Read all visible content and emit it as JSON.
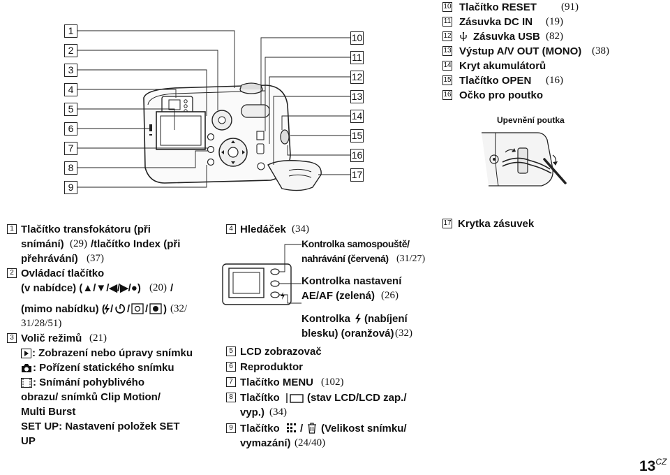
{
  "top_right_list": [
    {
      "num": "10",
      "text": "Tlačítko RESET",
      "page": "(91)"
    },
    {
      "num": "11",
      "text": "Zásuvka DC IN",
      "page": "(19)"
    },
    {
      "num": "12",
      "text": "Zásuvka USB",
      "page": "(82)",
      "icon": "usb-icon"
    },
    {
      "num": "13",
      "text": "Výstup A/V OUT (MONO)",
      "page": "(38)"
    },
    {
      "num": "14",
      "text": "Kryt akumulátorů",
      "page": ""
    },
    {
      "num": "15",
      "text": "Tlačítko OPEN",
      "page": "(16)"
    },
    {
      "num": "16",
      "text": "Očko pro poutko",
      "page": ""
    }
  ],
  "strap_caption": "Upevnění poutka",
  "diagram_left_labels": [
    "1",
    "2",
    "3",
    "4",
    "5",
    "6",
    "7",
    "8",
    "9"
  ],
  "diagram_right_labels": [
    "10",
    "11",
    "12",
    "13",
    "14",
    "15",
    "16",
    "17"
  ],
  "col1": {
    "item1_num": "1",
    "item1_l1": "Tlačítko transfokátoru (při",
    "item1_l2a": "snímání)",
    "item1_l2b": "(29)",
    "item1_l2c": "/tlačítko Index (při",
    "item1_l3a": "přehrávání)",
    "item1_l3b": "(37)",
    "item2_num": "2",
    "item2_l1": "Ovládací tlačítko",
    "item2_l2a": "(v nabídce) (▲/▼/◀/▶/●)",
    "item2_l2b": "(20)",
    "item2_l2c": "/",
    "item2_l3a": "(mimo nabídku) (",
    "item2_l3b": "/",
    "item2_l3c": "/",
    "item2_l3d": "/",
    "item2_l3e": ")",
    "item2_l3f": "(32/",
    "item2_l4": "31/28/51)",
    "item3_num": "3",
    "item3_l1a": "Volič režimů",
    "item3_l1b": "(21)",
    "mode_play": ": Zobrazení nebo úpravy snímku",
    "mode_camera": ": Pořízení statického snímku",
    "mode_movie_l1": ": Snímání pohyblivého",
    "mode_movie_l2": "obrazu/ snímků Clip Motion/",
    "mode_movie_l3": "Multi Burst",
    "setup_l1": "SET UP: Nastavení položek SET",
    "setup_l2": "UP"
  },
  "col2": {
    "item4_num": "4",
    "item4_a": "Hledáček",
    "item4_b": "(34)",
    "lamp1_l1": "Kontrolka samospouště/",
    "lamp1_l2a": "nahrávání (červená)",
    "lamp1_l2b": "(31/27)",
    "lamp2_l1": "Kontrolka nastavení",
    "lamp2_l2a": "AE/AF (zelená)",
    "lamp2_l2b": "(26)",
    "lamp3_l1a": "Kontrolka",
    "lamp3_l1b": "(nabíjení",
    "lamp3_l2a": "blesku) (oranžová)",
    "lamp3_l2b": "(32)",
    "item5_num": "5",
    "item5": "LCD zobrazovač",
    "item6_num": "6",
    "item6": "Reproduktor",
    "item7_num": "7",
    "item7_a": "Tlačítko MENU",
    "item7_b": "(102)",
    "item8_num": "8",
    "item8_a": "Tlačítko",
    "item8_b": "(stav LCD/LCD zap./",
    "item8_l2a": "vyp.)",
    "item8_l2b": "(34)",
    "item9_num": "9",
    "item9_a": "Tlačítko",
    "item9_b": "/",
    "item9_c": "(Velikost snímku/",
    "item9_l2a": "vymazání)",
    "item9_l2b": "(24/40)"
  },
  "col3": {
    "item17_num": "17",
    "item17": "Krytka zásuvek"
  },
  "page_number": "13",
  "page_lang": "CZ"
}
